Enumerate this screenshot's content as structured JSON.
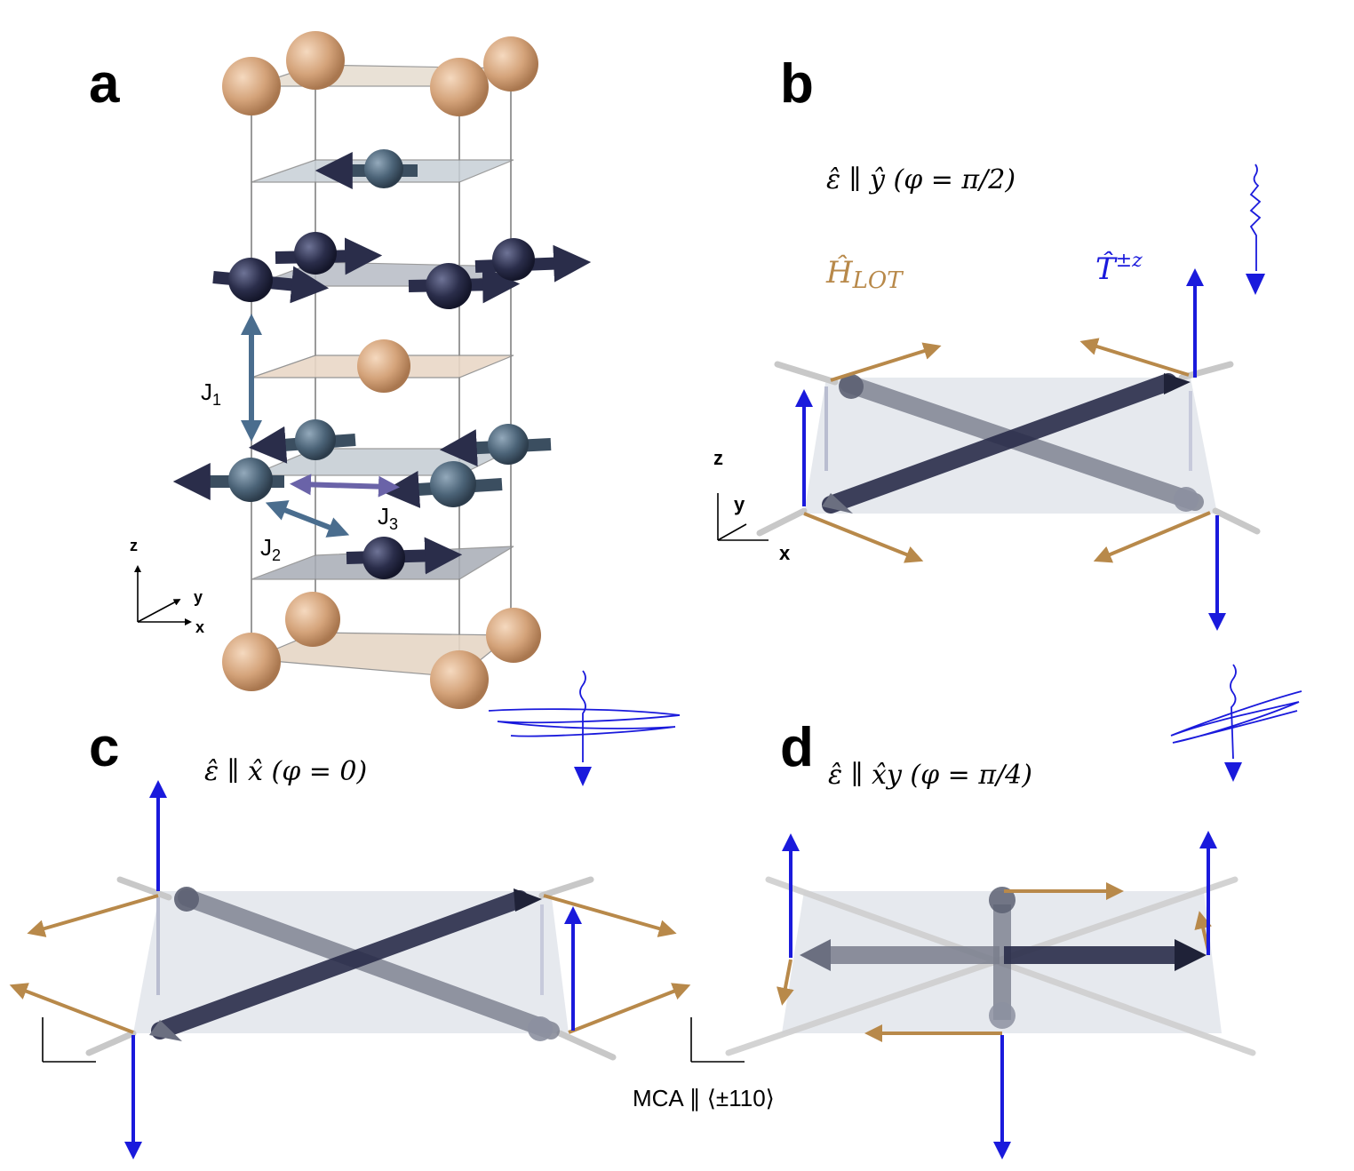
{
  "panels": {
    "a": {
      "letter": "a",
      "axes": {
        "z": "z",
        "y": "y",
        "x": "x"
      },
      "couplings": {
        "j1": "J",
        "j1_sub": "1",
        "j2": "J",
        "j2_sub": "2",
        "j3": "J",
        "j3_sub": "3"
      }
    },
    "b": {
      "letter": "b",
      "polarization": "ε̂ ∥ ŷ  (φ = π/2)",
      "h_label": "Ĥ",
      "h_sub": "LOT",
      "t_label": "T̂",
      "t_sup": "±z",
      "axes": {
        "z": "z",
        "y": "y",
        "x": "x"
      }
    },
    "c": {
      "letter": "c",
      "polarization": "ε̂ ∥ x̂  (φ = 0)"
    },
    "d": {
      "letter": "d",
      "polarization": "ε̂ ∥ x̂y  (φ = π/4)",
      "mca": "MCA ∥ ⟨±110⟩"
    }
  },
  "colors": {
    "copper": "#d4a37a",
    "spin_dark": "#2a2d4a",
    "spin_teal": "#4b6377",
    "torque_blue": "#1a1adc",
    "lot_orange": "#b8894a",
    "coupling": "#4a6d8e",
    "coupling_j3": "#6a63a8",
    "plane": "#cdd3dc"
  }
}
